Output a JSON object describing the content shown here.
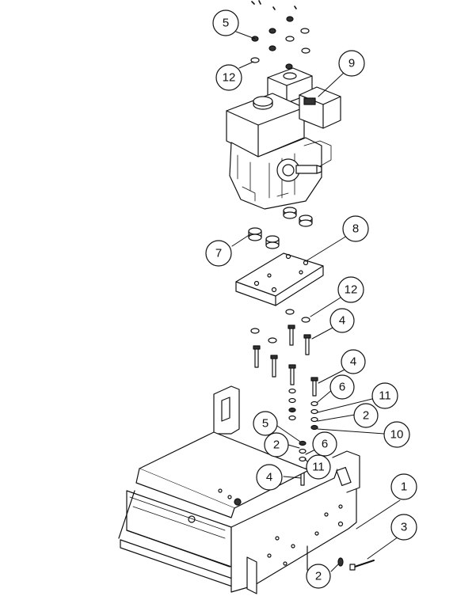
{
  "callouts": [
    {
      "id": "c5a",
      "label": "5"
    },
    {
      "id": "c12a",
      "label": "12"
    },
    {
      "id": "c9",
      "label": "9"
    },
    {
      "id": "c8",
      "label": "8"
    },
    {
      "id": "c7",
      "label": "7"
    },
    {
      "id": "c12b",
      "label": "12"
    },
    {
      "id": "c4a",
      "label": "4"
    },
    {
      "id": "c4b",
      "label": "4"
    },
    {
      "id": "c6a",
      "label": "6"
    },
    {
      "id": "c11a",
      "label": "11"
    },
    {
      "id": "c2a",
      "label": "2"
    },
    {
      "id": "c10",
      "label": "10"
    },
    {
      "id": "c5b",
      "label": "5"
    },
    {
      "id": "c2b",
      "label": "2"
    },
    {
      "id": "c6b",
      "label": "6"
    },
    {
      "id": "c11b",
      "label": "11"
    },
    {
      "id": "c4c",
      "label": "4"
    },
    {
      "id": "c1",
      "label": "1"
    },
    {
      "id": "c3",
      "label": "3"
    },
    {
      "id": "c2c",
      "label": "2"
    }
  ]
}
